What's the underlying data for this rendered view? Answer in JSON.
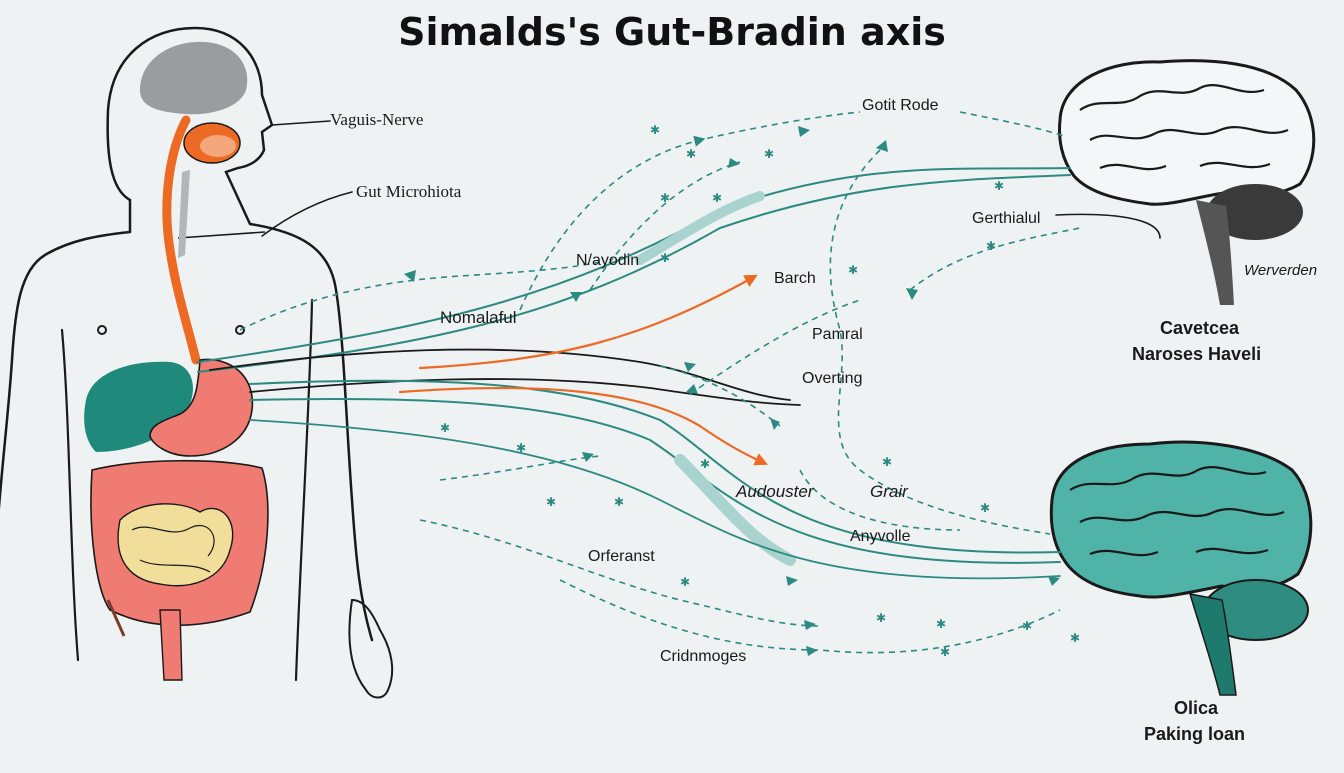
{
  "title": "Simalds's Gut-Bradin axis",
  "colors": {
    "background": "#eef2f3",
    "outline": "#1a1a1a",
    "teal": "#2c8a80",
    "teal_light": "#a9d3cf",
    "orange": "#ec6a24",
    "intestine": "#ef7b73",
    "small_intestine": "#f1de9a",
    "liver": "#1f8a7c",
    "brain_teal": "#4fb3a7",
    "head_gray": "#9a9da0"
  },
  "labels": {
    "vagus_nerve": "Vaguis-Nerve",
    "gut_microbiota": "Gut Microhiota",
    "gotit_rode": "Gotit Rode",
    "gerthialul": "Gerthialul",
    "werverden": "Werverden",
    "nayodin": "N/ayodin",
    "barch": "Barch",
    "nomalaful": "Nomalaful",
    "pamral": "Pamral",
    "overting": "Overting",
    "audouster": "Audouster",
    "grair": "Grair",
    "anyvolle": "Anyvolle",
    "orferanst": "Orferanst",
    "cridnmoges": "Cridnmoges",
    "brain_top_line1": "Cavetcea",
    "brain_top_line2": "Naroses Haveli",
    "brain_bottom_line1": "Olica",
    "brain_bottom_line2": "Paking loan"
  }
}
